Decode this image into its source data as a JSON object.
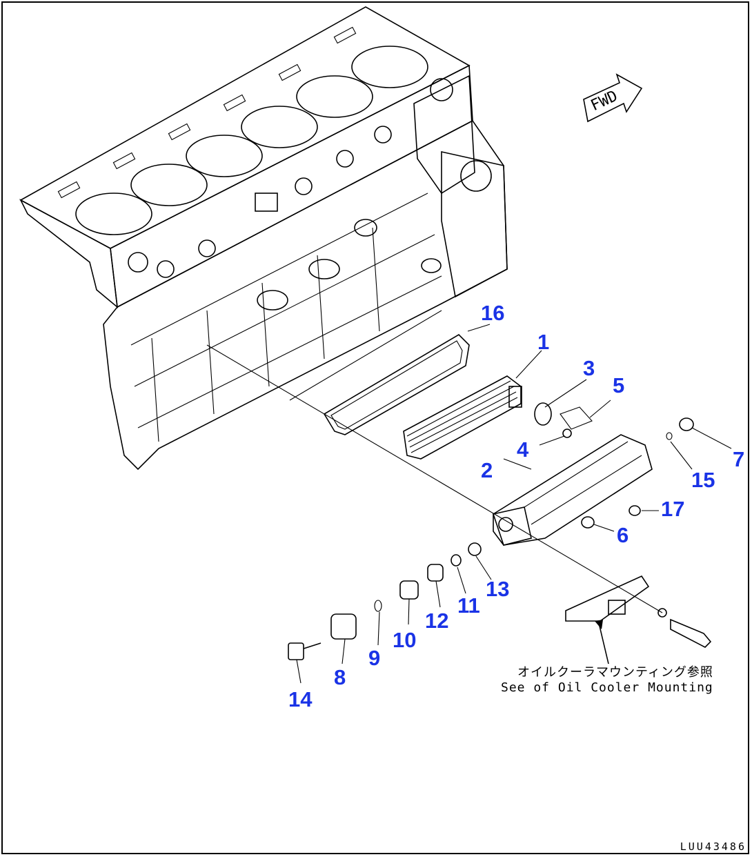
{
  "callouts": {
    "c1": "1",
    "c2": "2",
    "c3": "3",
    "c4": "4",
    "c5": "5",
    "c6": "6",
    "c7": "7",
    "c8": "8",
    "c9": "9",
    "c10": "10",
    "c11": "11",
    "c12": "12",
    "c13": "13",
    "c14": "14",
    "c15": "15",
    "c16": "16",
    "c17": "17"
  },
  "direction_label": "FWD",
  "note": {
    "japanese": "オイルクーラマウンティング参照",
    "english": "See of Oil Cooler Mounting"
  },
  "drawing_code": "LUU43486",
  "colors": {
    "callout": "#1a33e6",
    "line": "#000000"
  }
}
